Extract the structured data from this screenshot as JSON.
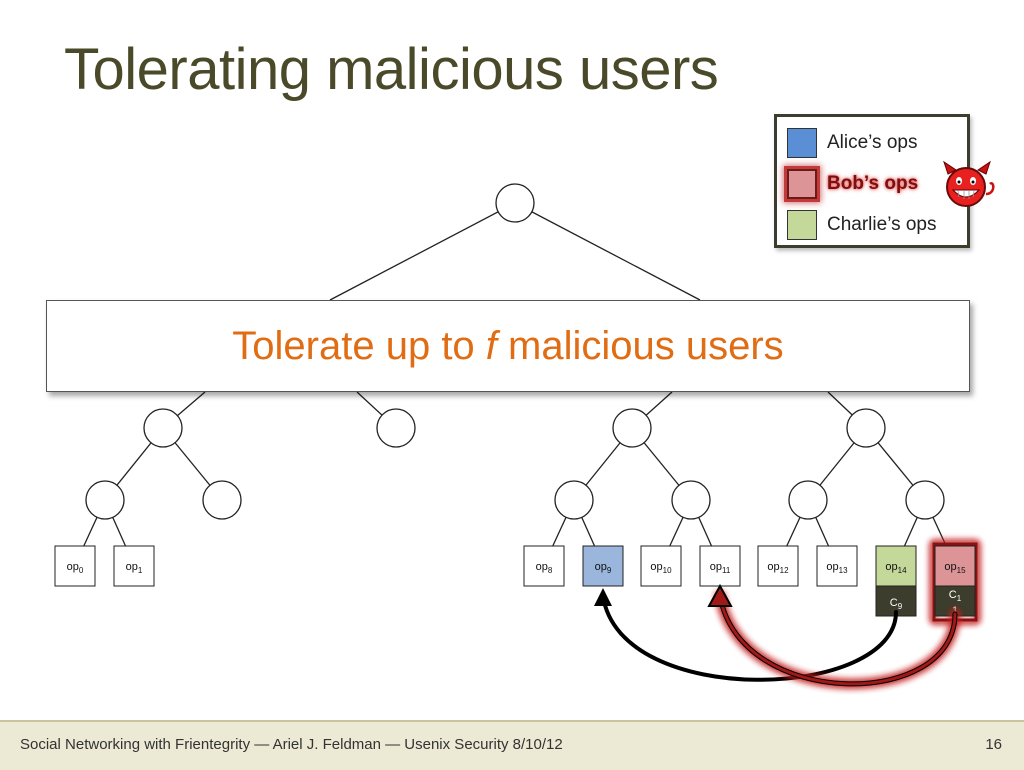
{
  "slide": {
    "title": "Tolerating malicious users",
    "banner_prefix": "Tolerate up to ",
    "banner_var": "f",
    "banner_suffix": " malicious users",
    "footer": "Social Networking with Frientegrity — Ariel J. Feldman — Usenix Security 8/10/12",
    "page_number": "16"
  },
  "legend": [
    {
      "label": "Alice’s ops",
      "color": "#5a8fd6"
    },
    {
      "label": "Bob’s ops",
      "color": "#dc9496"
    },
    {
      "label": "Charlie’s ops",
      "color": "#c4d89a"
    }
  ],
  "leaves": [
    {
      "name": "op-0",
      "base": "op",
      "sub": "0",
      "fill": "#ffffff"
    },
    {
      "name": "op-1",
      "base": "op",
      "sub": "1",
      "fill": "#ffffff"
    },
    {
      "name": "op-8",
      "base": "op",
      "sub": "8",
      "fill": "#ffffff"
    },
    {
      "name": "op-9",
      "base": "op",
      "sub": "9",
      "fill": "#9ab6dc"
    },
    {
      "name": "op-10",
      "base": "op",
      "sub": "10",
      "fill": "#ffffff"
    },
    {
      "name": "op-11",
      "base": "op",
      "sub": "11",
      "fill": "#ffffff"
    },
    {
      "name": "op-12",
      "base": "op",
      "sub": "12",
      "fill": "#ffffff"
    },
    {
      "name": "op-13",
      "base": "op",
      "sub": "13",
      "fill": "#ffffff"
    },
    {
      "name": "op-14",
      "base": "op",
      "sub": "14",
      "fill": "#c4d89a"
    },
    {
      "name": "op-15",
      "base": "op",
      "sub": "15",
      "fill": "#dc9496"
    }
  ],
  "commitments": [
    {
      "name": "commitment-c9",
      "base": "C",
      "sub": "9",
      "fill": "#3d3d2d"
    },
    {
      "name": "commitment-c11",
      "base": "C",
      "sub": "1",
      "extra": "1",
      "fill": "#3d3d2d"
    }
  ],
  "colors": {
    "title": "#4a4a2a",
    "banner_text": "#e06c13",
    "arrow_black": "#000000",
    "arrow_red": "#a01818"
  }
}
